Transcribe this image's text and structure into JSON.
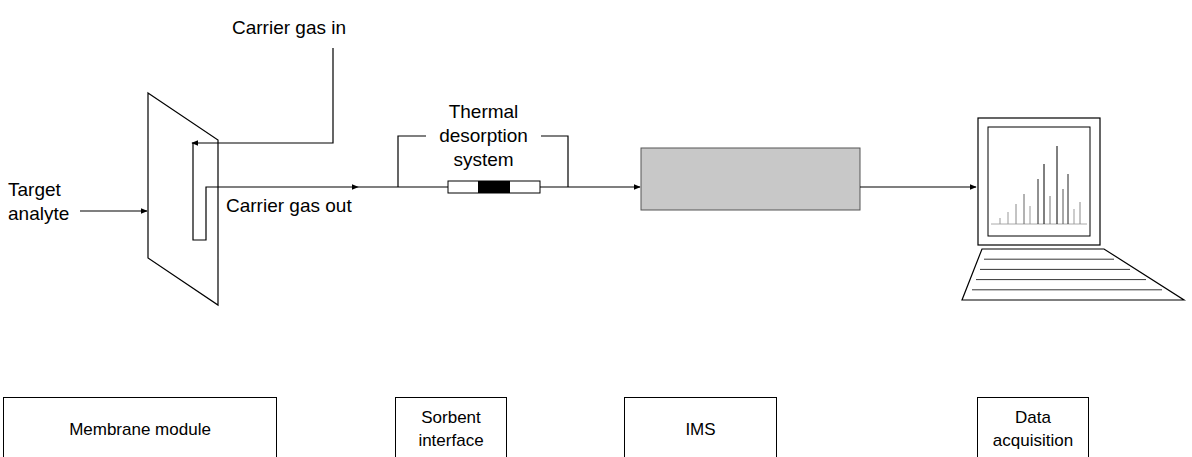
{
  "diagram": {
    "nodes": [
      {
        "text": [
          "Membrane module"
        ]
      },
      {
        "text": [
          "Sorbent interface"
        ]
      },
      {
        "text": [
          "IMS"
        ]
      },
      {
        "text": [
          "Data acquisition"
        ]
      }
    ],
    "labels": [
      "Carrier gas in",
      "Thermal desorption system",
      "Target analyte",
      "Carrier gas out"
    ]
  }
}
